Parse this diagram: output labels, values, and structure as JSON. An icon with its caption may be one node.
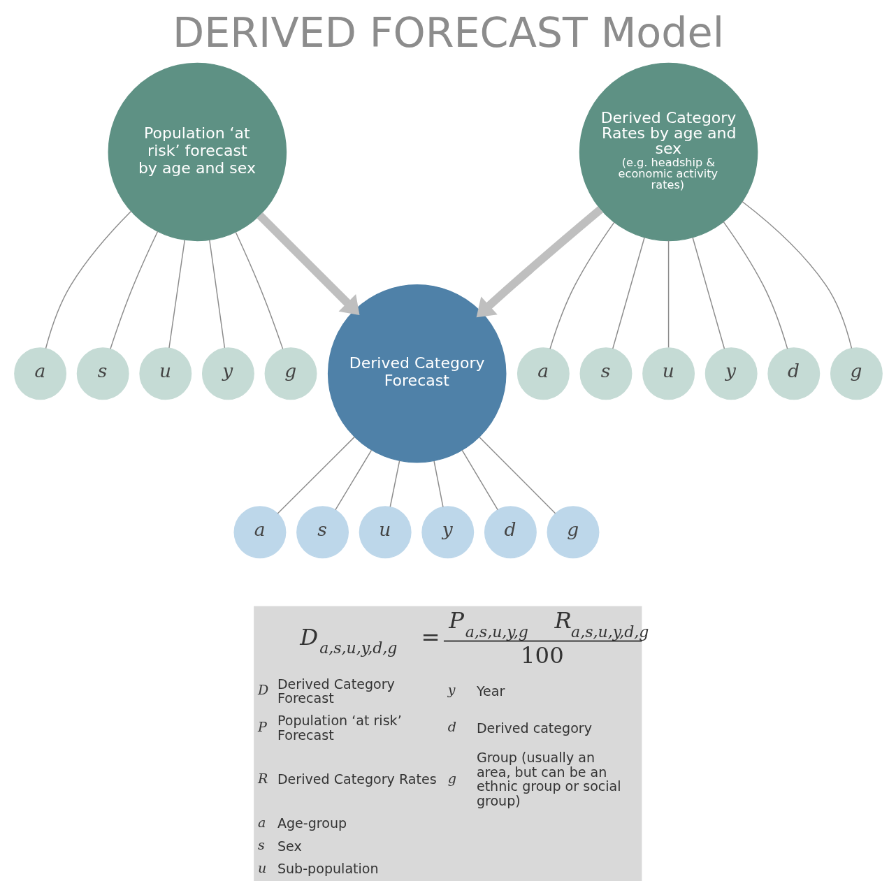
{
  "diagram": {
    "title": "DERIVED FORECAST Model",
    "nodes": [
      {
        "text": [
          "Population ‘at risk’ forecast by age and sex"
        ]
      },
      {
        "text": [
          "a"
        ]
      },
      {
        "text": [
          "s"
        ]
      },
      {
        "text": [
          "u"
        ]
      },
      {
        "text": [
          "y"
        ]
      },
      {
        "text": [
          "g"
        ]
      },
      {
        "text": [
          "Derived Category Rates by age and sex",
          "(e.g. headship & economic activity rates)"
        ]
      },
      {
        "text": [
          "a"
        ]
      },
      {
        "text": [
          "s"
        ]
      },
      {
        "text": [
          "u"
        ]
      },
      {
        "text": [
          "y"
        ]
      },
      {
        "text": [
          "d"
        ]
      },
      {
        "text": [
          "g"
        ]
      },
      {
        "text": [
          "Derived Category Forecast"
        ]
      },
      {
        "text": [
          "a"
        ]
      },
      {
        "text": [
          "s"
        ]
      },
      {
        "text": [
          "u"
        ]
      },
      {
        "text": [
          "y"
        ]
      },
      {
        "text": [
          "d"
        ]
      },
      {
        "text": [
          "g"
        ]
      }
    ],
    "edges": [
      {
        "from": 0,
        "to": 1,
        "arrow": "none"
      },
      {
        "from": 0,
        "to": 2,
        "arrow": "none"
      },
      {
        "from": 0,
        "to": 3,
        "arrow": "none"
      },
      {
        "from": 0,
        "to": 4,
        "arrow": "none"
      },
      {
        "from": 0,
        "to": 5,
        "arrow": "none"
      },
      {
        "from": 6,
        "to": 7,
        "arrow": "none"
      },
      {
        "from": 6,
        "to": 8,
        "arrow": "none"
      },
      {
        "from": 6,
        "to": 9,
        "arrow": "none"
      },
      {
        "from": 6,
        "to": 10,
        "arrow": "none"
      },
      {
        "from": 6,
        "to": 11,
        "arrow": "none"
      },
      {
        "from": 6,
        "to": 12,
        "arrow": "none"
      },
      {
        "from": 13,
        "to": 14,
        "arrow": "none"
      },
      {
        "from": 13,
        "to": 15,
        "arrow": "none"
      },
      {
        "from": 13,
        "to": 16,
        "arrow": "none"
      },
      {
        "from": 13,
        "to": 17,
        "arrow": "none"
      },
      {
        "from": 13,
        "to": 18,
        "arrow": "none"
      },
      {
        "from": 13,
        "to": 19,
        "arrow": "none"
      },
      {
        "from": 0,
        "to": 13,
        "arrow": "to",
        "style": "thick",
        "color": "#bfbfbf"
      },
      {
        "from": 6,
        "to": 13,
        "arrow": "to",
        "style": "thick",
        "color": "#bfbfbf"
      }
    ],
    "labels": [
      "D$_{a,s,u,y,d,g}$ =",
      "P$_{a,s,u,y,g}$ R$_{a,s,u,y,d,g}$",
      "100",
      "D",
      "Derived Category Forecast",
      "y",
      "Year",
      "P",
      "Population ‘at risk’ Forecast",
      "d",
      "Derived category",
      "R",
      "Derived Category Rates",
      "g",
      "Group (usually an area, but can be an ethnic group or social group)",
      "a",
      "Age-group",
      "s",
      "Sex",
      "u",
      "Sub-population"
    ]
  }
}
